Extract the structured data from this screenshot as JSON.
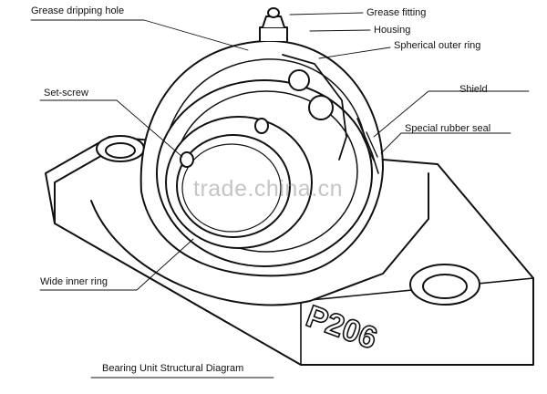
{
  "labels": {
    "grease_hole": "Grease dripping hole",
    "grease_fitting": "Grease fitting",
    "housing": "Housing",
    "outer_ring": "Spherical outer ring",
    "set_screw": "Set-screw",
    "shield": "Shield",
    "seal": "Special rubber seal",
    "inner_ring": "Wide inner ring"
  },
  "caption": "Bearing Unit Structural Diagram",
  "model_marking": "P206",
  "watermark": "trade.china.cn"
}
